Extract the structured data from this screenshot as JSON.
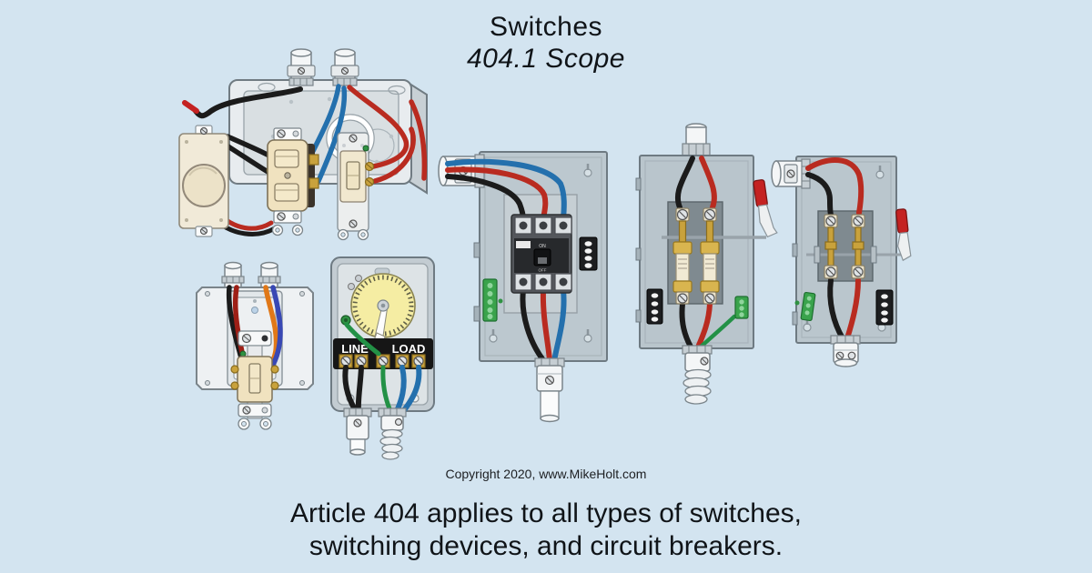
{
  "page": {
    "title": "Switches",
    "subtitle": "404.1 Scope",
    "copyright": "Copyright 2020, www.MikeHolt.com",
    "caption_line1": "Article 404 applies to all types of switches,",
    "caption_line2": "switching devices, and circuit breakers."
  },
  "labels": {
    "timer_line": "LINE",
    "timer_load": "LOAD",
    "breaker_on": "ON",
    "breaker_off": "OFF"
  },
  "figures": [
    {
      "name": "junction-box-with-dimmer-duplex-and-toggle-switches"
    },
    {
      "name": "metal-box-with-toggle-switch"
    },
    {
      "name": "time-switch-line-load"
    },
    {
      "name": "molded-case-circuit-breaker-enclosure"
    },
    {
      "name": "fusible-safety-switch-disconnect"
    },
    {
      "name": "non-fusible-knife-blade-disconnect"
    }
  ],
  "colors": {
    "background": "#d3e4f0",
    "text": "#101418",
    "wire_black": "#1b1b1b",
    "wire_red": "#b92b20",
    "wire_blue": "#2470ad",
    "wire_green": "#239146",
    "wire_orange": "#e07818",
    "wire_violet_blue": "#3848b4",
    "wire_white": "#ffffff",
    "wire_nut_yellow": "#e7c32e",
    "device_ivory": "#f0e2bf",
    "enclosure_gray": "#bcc8cf",
    "panel_gray": "#7f8a90",
    "brass": "#c9a23c",
    "timer_dial_yellow": "#f5eda3",
    "handle_red": "#c42222"
  }
}
